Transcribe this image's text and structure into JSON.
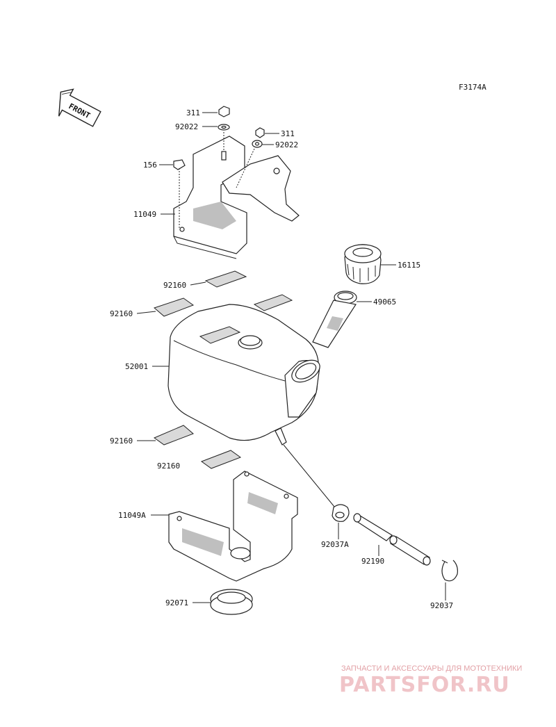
{
  "figure_code": "F3174A",
  "front_label": "FRONT",
  "parts": {
    "nut_311_a": "311",
    "washer_92022_a": "92022",
    "nut_311_b": "311",
    "washer_92022_b": "92022",
    "bolt_156": "156",
    "bracket_11049": "11049",
    "pad_92160_a": "92160",
    "pad_92160_b": "92160",
    "tank_52001": "52001",
    "pad_92160_c": "92160",
    "pad_92160_d": "92160",
    "cap_16115": "16115",
    "filler_49065": "49065",
    "bracket_11049A": "11049A",
    "clamp_92037A": "92037A",
    "hose_92190": "92190",
    "grommet_92071": "92071",
    "clamp_92037": "92037"
  },
  "watermark": {
    "tagline": "ЗАПЧАСТИ И АКСЕССУАРЫ ДЛЯ МОТОТЕХНИКИ",
    "brand": "PARTSFOR.RU"
  }
}
